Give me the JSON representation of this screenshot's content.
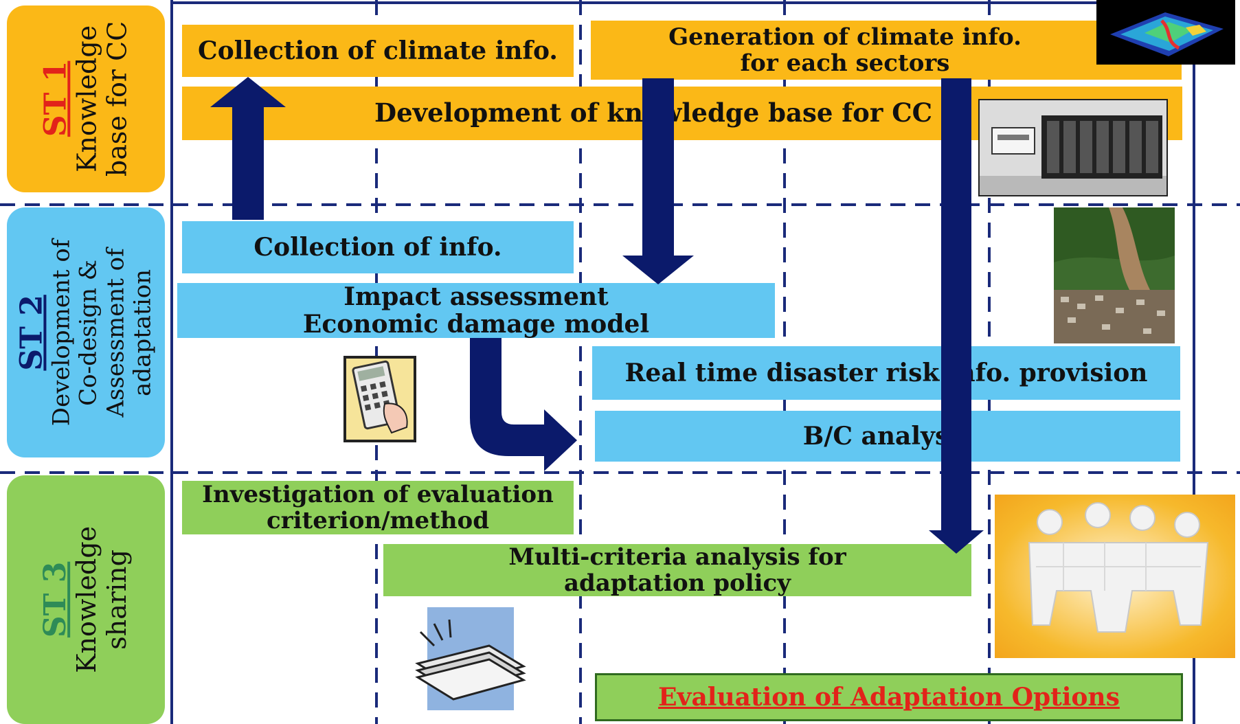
{
  "colors": {
    "st1": "#fbb817",
    "st2": "#62c7f2",
    "st3": "#8fcf5a",
    "arrow": "#0b1a6b",
    "st1_code": "#e2231a",
    "st3_code": "#2e8b57",
    "grid": "#1a2a7a",
    "highlight": "#e2231a"
  },
  "lanes": [
    {
      "code": "ST 1",
      "title": [
        "Knowledge",
        "base for CC"
      ]
    },
    {
      "code": "ST 2",
      "title": [
        "Development of",
        "Co-design &",
        "Assessment of",
        "adaptation"
      ]
    },
    {
      "code": "ST 3",
      "title": [
        "Knowledge",
        "sharing"
      ]
    }
  ],
  "tasks": {
    "collection_climate": "Collection of climate info.",
    "generation_climate": [
      "Generation  of climate  info.",
      "for each sectors"
    ],
    "knowledge_base": "Development  of  knowledge  base for CC",
    "collection_info": "Collection  of info.",
    "impact_assessment": [
      "Impact   assessment",
      "Economic   damage  model"
    ],
    "realtime_risk": "Real time  disaster risk info.  provision",
    "bc_analysis": "B/C analysis",
    "investigation": [
      "Investigation of evaluation",
      "criterion/method"
    ],
    "multicriteria": [
      "Multi-criteria analysis for",
      "adaptation policy"
    ],
    "evaluation": "Evaluation of Adaptation  Options"
  },
  "icons": {
    "map": "climate-map-image",
    "server": "supercomputer-photo",
    "landslide": "landslide-photo",
    "calculator": "calculator-icon",
    "documents": "documents-icon",
    "puzzle": "puzzle-people-icon"
  }
}
